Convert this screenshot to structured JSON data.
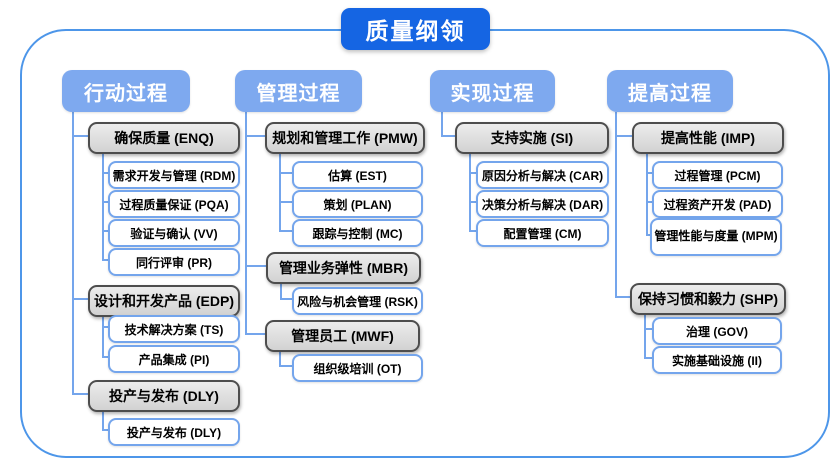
{
  "title": "质量纲领",
  "columns": [
    {
      "header": "行动过程",
      "groups": [
        {
          "label": "确保质量 (ENQ)",
          "items": [
            "需求开发与管理 (RDM)",
            "过程质量保证 (PQA)",
            "验证与确认 (VV)",
            "同行评审 (PR)"
          ]
        },
        {
          "label": "设计和开发产品 (EDP)",
          "items": [
            "技术解决方案 (TS)",
            "产品集成 (PI)"
          ]
        },
        {
          "label": "投产与发布 (DLY)",
          "items": [
            "投产与发布 (DLY)"
          ]
        }
      ]
    },
    {
      "header": "管理过程",
      "groups": [
        {
          "label": "规划和管理工作 (PMW)",
          "items": [
            "估算 (EST)",
            "策划 (PLAN)",
            "跟踪与控制 (MC)"
          ]
        },
        {
          "label": "管理业务弹性 (MBR)",
          "items": [
            "风险与机会管理 (RSK)"
          ]
        },
        {
          "label": "管理员工 (MWF)",
          "items": [
            "组织级培训 (OT)"
          ]
        }
      ]
    },
    {
      "header": "实现过程",
      "groups": [
        {
          "label": "支持实施 (SI)",
          "items": [
            "原因分析与解决 (CAR)",
            "决策分析与解决 (DAR)",
            "配置管理 (CM)"
          ]
        }
      ]
    },
    {
      "header": "提高过程",
      "groups": [
        {
          "label": "提高性能 (IMP)",
          "items": [
            "过程管理 (PCM)",
            "过程资产开发 (PAD)",
            "管理性能与度量 (MPM)"
          ]
        },
        {
          "label": "保持习惯和毅力 (SHP)",
          "items": [
            "治理 (GOV)",
            "实施基础设施 (II)"
          ]
        }
      ]
    }
  ],
  "colors": {
    "title_bg": "#1565E3",
    "header_bg": "#7EA9EF",
    "line": "#74A5EC",
    "frame_border": "#4D96E9",
    "group_bg": "#D9D9D9",
    "group_border": "#4D4D4D",
    "item_border": "#74A5EC",
    "text": "#000000"
  }
}
